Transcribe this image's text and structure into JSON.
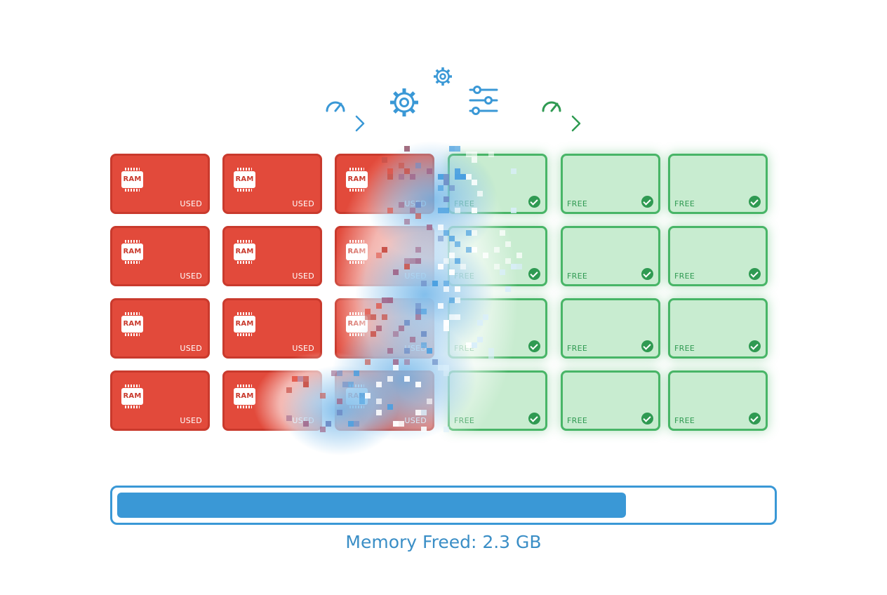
{
  "tile_grid": {
    "rows": [
      [
        "used",
        "used",
        "used",
        "free",
        "free",
        "free"
      ],
      [
        "used",
        "used",
        "used",
        "free",
        "free",
        "free"
      ],
      [
        "used",
        "used",
        "used",
        "free",
        "free",
        "free"
      ],
      [
        "used",
        "used",
        "used",
        "free",
        "free",
        "free"
      ]
    ],
    "chip_label": "RAM",
    "used_label": "USED",
    "free_label": "FREE"
  },
  "icons": [
    "speedometer-icon",
    "arrow-right-icon",
    "gear-icon",
    "gear-small-icon",
    "sliders-icon",
    "speedometer-icon",
    "arrow-right-icon",
    "check-icon"
  ],
  "progress": {
    "fraction": 0.78
  },
  "status": {
    "text": "Memory Freed: 2.3 GB"
  },
  "colors": {
    "used": "#e24a3b",
    "free": "#c8ecd0",
    "free_border": "#48b567",
    "accent": "#3a98d6"
  }
}
